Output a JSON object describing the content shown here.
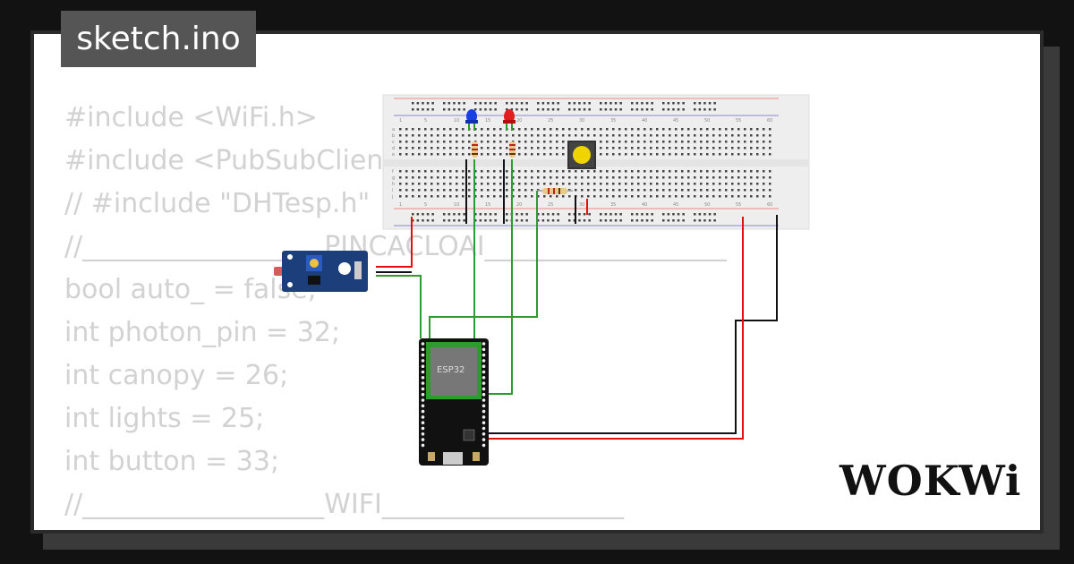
{
  "file_tab": {
    "label": "sketch.ino"
  },
  "code_lines": [
    "#include <WiFi.h>",
    "#include <PubSubClient",
    "// #include \"DHTesp.h\"",
    "//__________________PINCACLOAI__________________",
    "bool auto_ = false;",
    "int photon_pin = 32;",
    "int canopy = 26;",
    "int lights = 25;",
    "int button = 33;",
    "//__________________WIFI__________________"
  ],
  "breadboard": {
    "column_numbers": [
      "1",
      "5",
      "10",
      "15",
      "20",
      "25",
      "30",
      "35",
      "40",
      "45",
      "50",
      "55",
      "60"
    ],
    "row_letters_top": [
      "a",
      "b",
      "c",
      "d",
      "e"
    ],
    "row_letters_bottom": [
      "f",
      "g",
      "h",
      "i",
      "j"
    ]
  },
  "esp32_label": "ESP32",
  "logo": {
    "text": "WOKWi"
  },
  "colors": {
    "background": "#121212",
    "panel": "#ffffff",
    "tab": "#555555",
    "code_text": "#d2d2d2",
    "wire_green": "#2e9b2e",
    "wire_red": "#e01010",
    "wire_black": "#111111",
    "led_blue": "#1a3ee8",
    "led_red": "#e02020",
    "button_cap": "#f0d400",
    "sensor_board": "#1c3e7a"
  }
}
